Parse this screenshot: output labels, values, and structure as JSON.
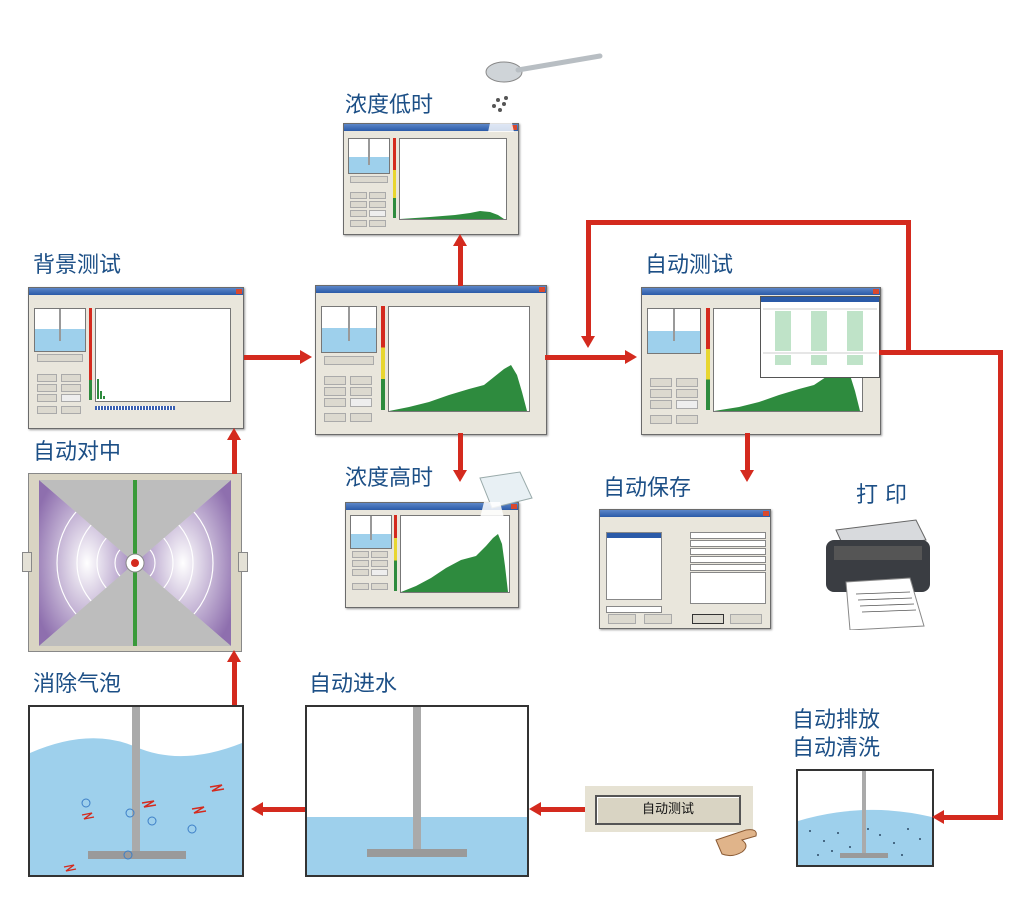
{
  "labels": {
    "background_test": "背景测试",
    "low_concentration": "浓度低时",
    "high_concentration": "浓度高时",
    "auto_test": "自动测试",
    "auto_centering": "自动对中",
    "auto_save": "自动保存",
    "print": "打  印",
    "remove_bubbles": "消除气泡",
    "auto_water_in": "自动进水",
    "auto_drain": "自动排放",
    "auto_clean": "自动清洗"
  },
  "button": {
    "auto_test": "自动测试"
  },
  "colors": {
    "label": "#1c4f86",
    "arrow": "#d42a1e",
    "water": "#9ed0ec",
    "bars": "#2e8b3e",
    "window": "#e9e6dc"
  },
  "icons": [
    "spoon-icon",
    "beaker-icon",
    "printer-icon",
    "hand-pointer-icon"
  ]
}
